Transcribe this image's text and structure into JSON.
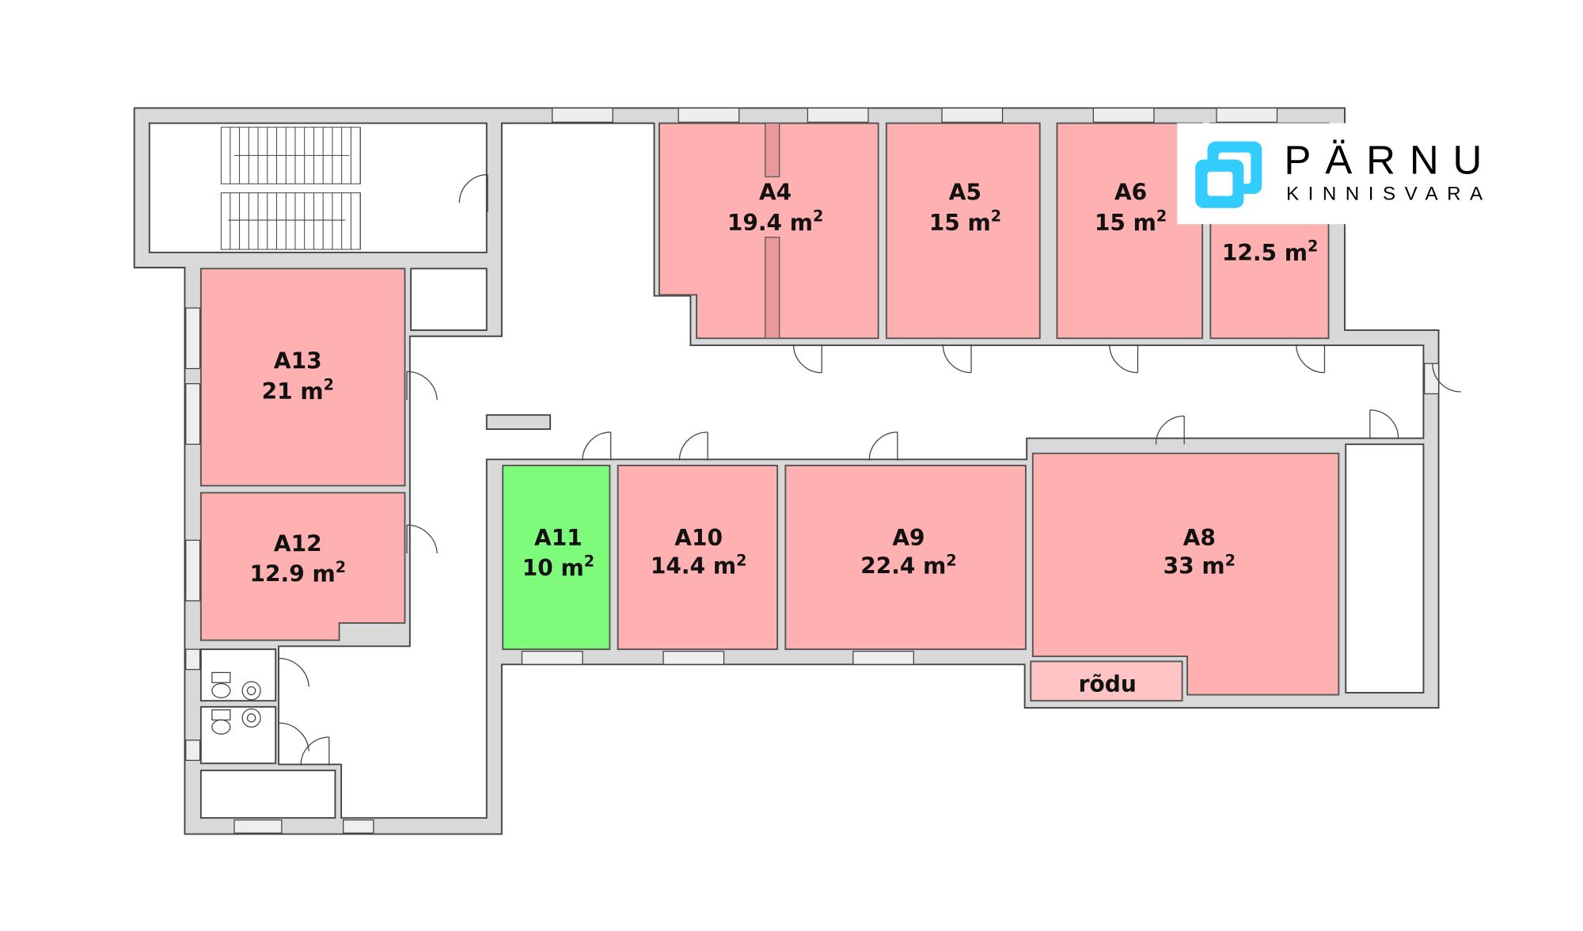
{
  "rooms": {
    "A4": {
      "name": "A4",
      "area": "19.4 m",
      "sup": "2"
    },
    "A5": {
      "name": "A5",
      "area": "15 m",
      "sup": "2"
    },
    "A6": {
      "name": "A6",
      "area": "15 m",
      "sup": "2"
    },
    "A7": {
      "area": "12.5 m",
      "sup": "2"
    },
    "A8": {
      "name": "A8",
      "area": "33 m",
      "sup": "2"
    },
    "A9": {
      "name": "A9",
      "area": "22.4 m",
      "sup": "2"
    },
    "A10": {
      "name": "A10",
      "area": "14.4 m",
      "sup": "2"
    },
    "A11": {
      "name": "A11",
      "area": "10 m",
      "sup": "2"
    },
    "A12": {
      "name": "A12",
      "area": "12.9 m",
      "sup": "2"
    },
    "A13": {
      "name": "A13",
      "area": "21 m",
      "sup": "2"
    }
  },
  "balcony": {
    "label": "rõdu"
  },
  "logo": {
    "line1": "PÄRNU",
    "line2": "KINNISVARA"
  },
  "colors": {
    "available": "#7ffb7b",
    "occupied": "#ffb0b0",
    "brand": "#33ccff"
  }
}
